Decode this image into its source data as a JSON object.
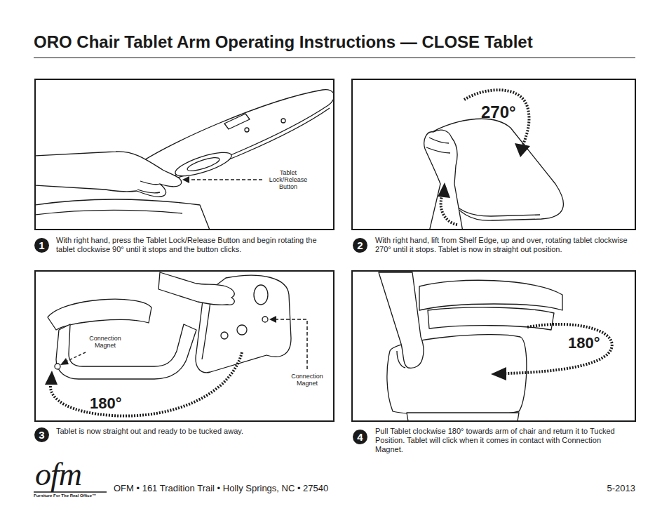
{
  "diagram": {
    "title": "ORO Chair Tablet Arm Operating Instructions — CLOSE Tablet",
    "nodes": [
      {
        "text": [
          "1"
        ]
      },
      {
        "text": [
          "2"
        ]
      },
      {
        "text": [
          "3"
        ]
      },
      {
        "text": [
          "4"
        ]
      }
    ],
    "labels": [
      "Tablet Lock/Release Button",
      "With right hand, press the Tablet Lock/Release Button and begin rotating the tablet clockwise 90° until it stops and the button clicks.",
      "270°",
      "With right hand, lift from Shelf Edge, up and over, rotating tablet clockwise 270° until it stops. Tablet is now in straight out position.",
      "Connection Magnet",
      "Connection Magnet",
      "180°",
      "Tablet is now straight out and ready to be tucked away.",
      "180°",
      "Pull Tablet clockwise 180° towards arm of chair and return it to Tucked Position. Tablet will click when it comes in contact with Connection Magnet.",
      "ofm",
      "Furniture For The Real Office™",
      "OFM • 161 Tradition Trail • Holly Springs, NC • 27540",
      "5-2013"
    ]
  }
}
